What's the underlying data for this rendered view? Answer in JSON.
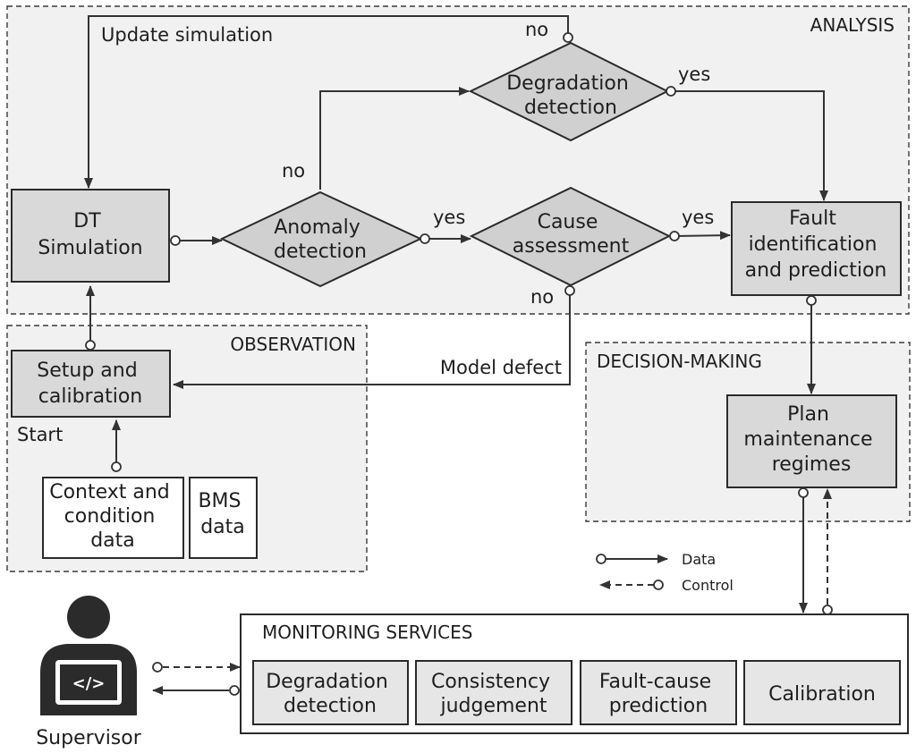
{
  "regions": {
    "analysis": "ANALYSIS",
    "observation": "OBSERVATION",
    "decision_making": "DECISION-MAKING",
    "monitoring": "MONITORING SERVICES"
  },
  "nodes": {
    "dt_simulation": [
      "DT",
      "Simulation"
    ],
    "anomaly_detection": [
      "Anomaly",
      "detection"
    ],
    "degradation_detection": [
      "Degradation",
      "detection"
    ],
    "cause_assessment": [
      "Cause",
      "assessment"
    ],
    "fault_identification": [
      "Fault",
      "identification",
      "and prediction"
    ],
    "setup_calibration": [
      "Setup and",
      "calibration"
    ],
    "context_condition": [
      "Context and",
      "condition",
      "data"
    ],
    "bms_data": [
      "BMS",
      "data"
    ],
    "plan_maintenance": [
      "Plan",
      "maintenance",
      "regimes"
    ]
  },
  "services": [
    [
      "Degradation",
      "detection"
    ],
    [
      "Consistency",
      "judgement"
    ],
    [
      "Fault-cause",
      "prediction"
    ],
    [
      "Calibration"
    ]
  ],
  "edge_labels": {
    "update_simulation": "Update simulation",
    "no_top": "no",
    "yes_degradation": "yes",
    "no_anomaly": "no",
    "yes_anomaly": "yes",
    "yes_cause": "yes",
    "no_cause": "no",
    "model_defect": "Model defect",
    "start": "Start"
  },
  "legend": {
    "data": "Data",
    "control": "Control"
  },
  "supervisor": {
    "label": "Supervisor",
    "icon": "supervisor-coder-icon",
    "screen_glyph": "</>"
  }
}
